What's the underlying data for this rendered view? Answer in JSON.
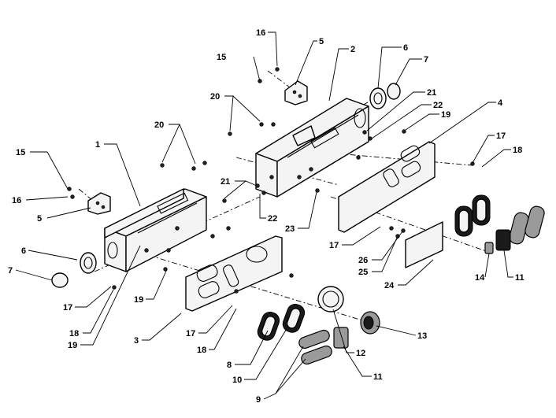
{
  "callouts": [
    {
      "id": "c1",
      "label": "1"
    },
    {
      "id": "c2",
      "label": "2"
    },
    {
      "id": "c3",
      "label": "3"
    },
    {
      "id": "c4",
      "label": "4"
    },
    {
      "id": "c5a",
      "label": "5"
    },
    {
      "id": "c5b",
      "label": "5"
    },
    {
      "id": "c6a",
      "label": "6"
    },
    {
      "id": "c6b",
      "label": "6"
    },
    {
      "id": "c7a",
      "label": "7"
    },
    {
      "id": "c7b",
      "label": "7"
    },
    {
      "id": "c8",
      "label": "8"
    },
    {
      "id": "c9",
      "label": "9"
    },
    {
      "id": "c10",
      "label": "10"
    },
    {
      "id": "c11a",
      "label": "11"
    },
    {
      "id": "c11b",
      "label": "11"
    },
    {
      "id": "c12",
      "label": "12"
    },
    {
      "id": "c13",
      "label": "13"
    },
    {
      "id": "c14",
      "label": "14"
    },
    {
      "id": "c15a",
      "label": "15"
    },
    {
      "id": "c15b",
      "label": "15"
    },
    {
      "id": "c16a",
      "label": "16"
    },
    {
      "id": "c16b",
      "label": "16"
    },
    {
      "id": "c17a",
      "label": "17"
    },
    {
      "id": "c17b",
      "label": "17"
    },
    {
      "id": "c17c",
      "label": "17"
    },
    {
      "id": "c17d",
      "label": "17"
    },
    {
      "id": "c18a",
      "label": "18"
    },
    {
      "id": "c18b",
      "label": "18"
    },
    {
      "id": "c18c",
      "label": "18"
    },
    {
      "id": "c19a",
      "label": "19"
    },
    {
      "id": "c19b",
      "label": "19"
    },
    {
      "id": "c19c",
      "label": "19"
    },
    {
      "id": "c20a",
      "label": "20"
    },
    {
      "id": "c20b",
      "label": "20"
    },
    {
      "id": "c21a",
      "label": "21"
    },
    {
      "id": "c21b",
      "label": "21"
    },
    {
      "id": "c22a",
      "label": "22"
    },
    {
      "id": "c22b",
      "label": "22"
    },
    {
      "id": "c23",
      "label": "23"
    },
    {
      "id": "c24",
      "label": "24"
    },
    {
      "id": "c25",
      "label": "25"
    },
    {
      "id": "c26",
      "label": "26"
    }
  ]
}
